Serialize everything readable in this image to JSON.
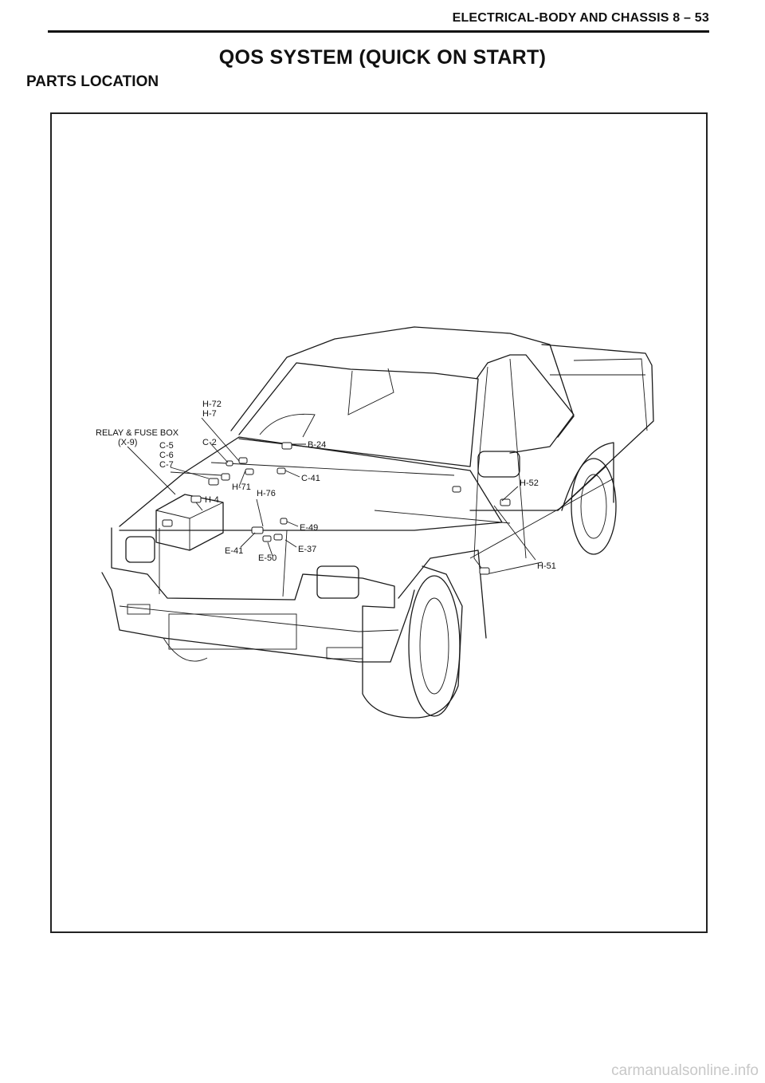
{
  "header": {
    "running_head": "ELECTRICAL-BODY AND CHASSIS 8 – 53"
  },
  "document": {
    "title": "QOS SYSTEM (QUICK ON START)",
    "section": "PARTS LOCATION"
  },
  "figure": {
    "callouts": {
      "h72": "H-72",
      "h7": "H-7",
      "relay_box_line1": "RELAY & FUSE BOX",
      "relay_box_line2": "(X-9)",
      "c5": "C-5",
      "c6": "C-6",
      "c7": "C-7",
      "c2": "C-2",
      "b24": "B-24",
      "c41": "C-41",
      "h71": "H-71",
      "h76": "H-76",
      "h4": "H-4",
      "h52": "H-52",
      "e49": "E-49",
      "e41": "E-41",
      "e50": "E-50",
      "e37": "E-37",
      "h51": "H-51"
    }
  },
  "footer": {
    "watermark": "carmanualsonline.info"
  }
}
